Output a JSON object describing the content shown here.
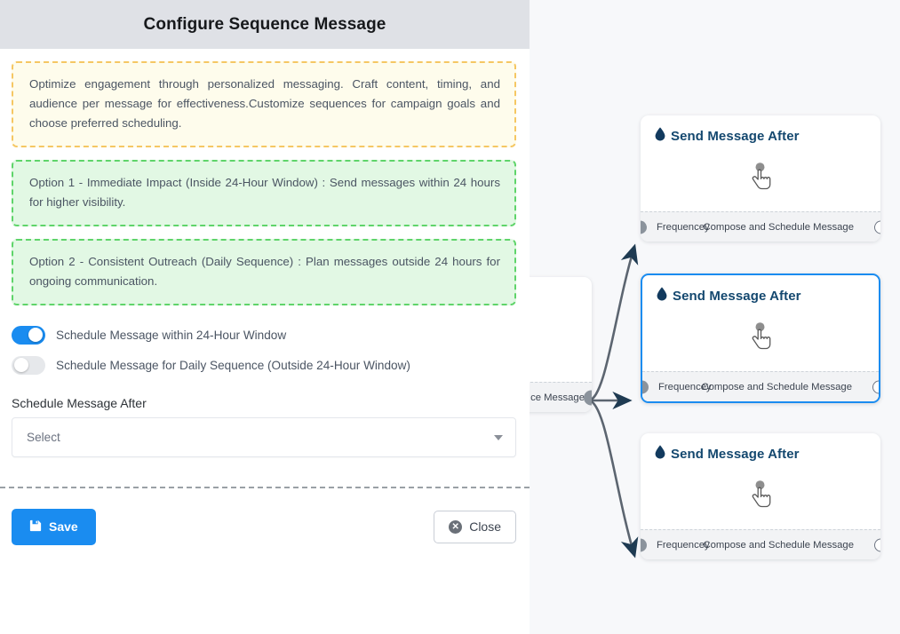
{
  "dialog": {
    "title": "Configure Sequence Message",
    "notes": [
      {
        "id": "intro",
        "style": "yellow",
        "text": "Optimize engagement through personalized messaging. Craft content, timing, and audience per message for effectiveness.Customize sequences for campaign goals and choose preferred scheduling."
      },
      {
        "id": "option-1",
        "style": "green",
        "text": "Option 1 - Immediate Impact (Inside 24-Hour Window) : Send messages within 24 hours for higher visibility."
      },
      {
        "id": "option-2",
        "style": "green",
        "text": "Option 2 - Consistent Outreach (Daily Sequence) : Plan messages outside 24 hours for ongoing communication."
      }
    ],
    "toggles": [
      {
        "id": "within-24h",
        "label": "Schedule Message within 24-Hour Window",
        "state": "on"
      },
      {
        "id": "daily-sequence",
        "label": "Schedule Message for Daily Sequence (Outside 24-Hour Window)",
        "state": "off"
      }
    ],
    "schedule_field": {
      "label": "Schedule Message After",
      "value": "Select",
      "caret_icon": "chevron-down-icon"
    },
    "footer": {
      "save_label": "Save",
      "save_icon": "floppy-disk-icon",
      "close_label": "Close",
      "close_icon": "close-circle-icon"
    }
  },
  "canvas": {
    "partial_node": {
      "footer_label_visible": "ce Message"
    },
    "nodes": [
      {
        "id": "node-1",
        "title": "Send Message After",
        "title_icon": "droplet-icon",
        "body_icon": "hand-pointer-icon",
        "footer_left": "Frequencey",
        "footer_right": "Compose and Schedule Message",
        "selected": "false"
      },
      {
        "id": "node-2",
        "title": "Send Message After",
        "title_icon": "droplet-icon",
        "body_icon": "hand-pointer-icon",
        "footer_left": "Frequencey",
        "footer_right": "Compose and Schedule Message",
        "selected": "true"
      },
      {
        "id": "node-3",
        "title": "Send Message After",
        "title_icon": "droplet-icon",
        "body_icon": "hand-pointer-icon",
        "footer_left": "Frequencey",
        "footer_right": "Compose and Schedule Message",
        "selected": "false"
      }
    ]
  },
  "colors": {
    "accent_blue": "#1a8cf0",
    "note_yellow_bg": "#fefcec",
    "note_yellow_border": "#f5c763",
    "note_green_bg": "#e2f8e4",
    "note_green_border": "#5fd46a",
    "header_bg": "#dfe1e6",
    "canvas_bg": "#f7f8fa",
    "node_title": "#14486f",
    "edge": "#5c6570"
  }
}
